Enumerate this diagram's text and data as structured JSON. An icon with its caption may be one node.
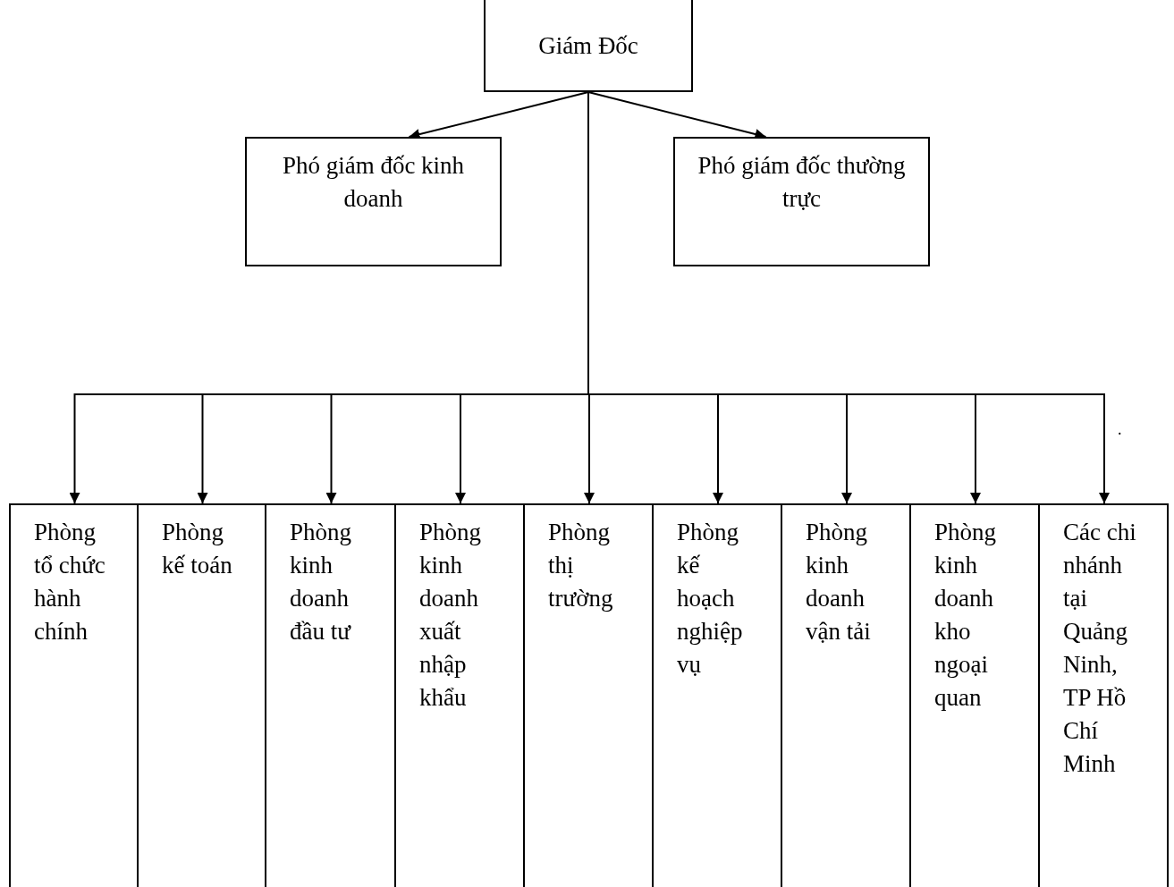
{
  "diagram": {
    "nodes": [
      {
        "text": [
          "Giám Đốc"
        ]
      },
      {
        "text": [
          "Phó giám đốc kinh doanh"
        ]
      },
      {
        "text": [
          "Phó giám đốc thường trực"
        ]
      },
      {
        "text": [
          "Phòng tổ chức hành chính"
        ]
      },
      {
        "text": [
          "Phòng kế toán"
        ]
      },
      {
        "text": [
          "Phòng kinh doanh đầu tư"
        ]
      },
      {
        "text": [
          "Phòng kinh doanh xuất nhập khẩu"
        ]
      },
      {
        "text": [
          "Phòng thị trường"
        ]
      },
      {
        "text": [
          "Phòng kế hoạch nghiệp vụ"
        ]
      },
      {
        "text": [
          "Phòng kinh doanh vận tải"
        ]
      },
      {
        "text": [
          "Phòng kinh doanh kho ngoại quan"
        ]
      },
      {
        "text": [
          "Các chi nhánh tại Quảng Ninh, TP Hồ Chí Minh"
        ]
      }
    ],
    "edges": [
      {
        "from": 0,
        "to": 1,
        "arrow": "to"
      },
      {
        "from": 0,
        "to": 2,
        "arrow": "to"
      },
      {
        "from": 0,
        "to": 3,
        "arrow": "to"
      },
      {
        "from": 0,
        "to": 4,
        "arrow": "to"
      },
      {
        "from": 0,
        "to": 5,
        "arrow": "to"
      },
      {
        "from": 0,
        "to": 6,
        "arrow": "to"
      },
      {
        "from": 0,
        "to": 7,
        "arrow": "to"
      },
      {
        "from": 0,
        "to": 8,
        "arrow": "to"
      },
      {
        "from": 0,
        "to": 9,
        "arrow": "to"
      },
      {
        "from": 0,
        "to": 10,
        "arrow": "to"
      },
      {
        "from": 0,
        "to": 11,
        "arrow": "to"
      }
    ],
    "labels": [
      "."
    ]
  }
}
